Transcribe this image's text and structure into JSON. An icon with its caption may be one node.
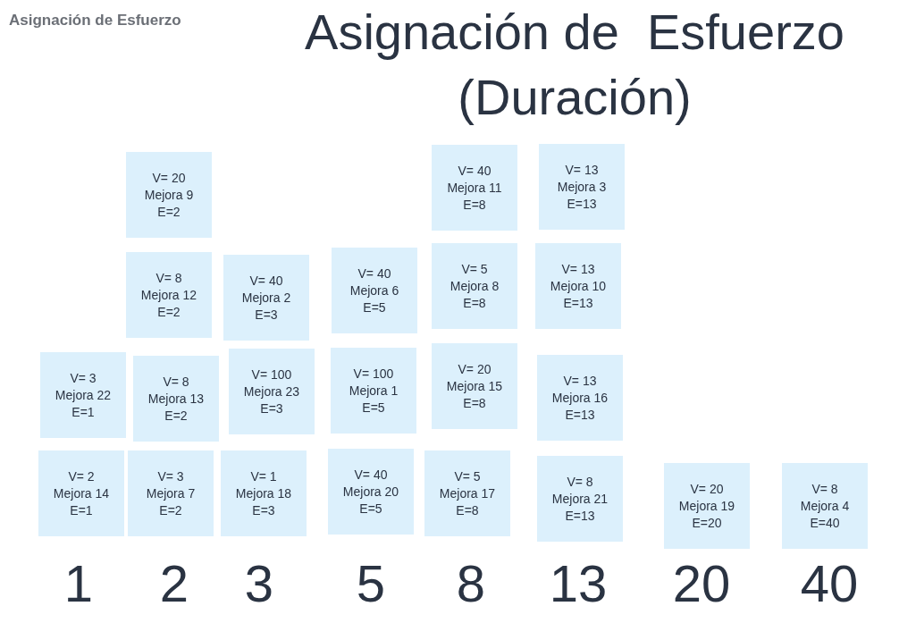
{
  "diagram": {
    "title": "Asignación de  Esfuerzo (Duración)",
    "nodes": [
      {
        "text": [
          "V= 3",
          "Mejora 22",
          "E=1"
        ]
      },
      {
        "text": [
          "V= 2",
          "Mejora 14",
          "E=1"
        ]
      },
      {
        "text": [
          "V= 20",
          "Mejora 9",
          "E=2"
        ]
      },
      {
        "text": [
          "V= 8",
          "Mejora 12",
          "E=2"
        ]
      },
      {
        "text": [
          "V= 8",
          "Mejora 13",
          "E=2"
        ]
      },
      {
        "text": [
          "V= 3",
          "Mejora 7",
          "E=2"
        ]
      },
      {
        "text": [
          "V= 40",
          "Mejora 2",
          "E=3"
        ]
      },
      {
        "text": [
          "V= 100",
          "Mejora 23",
          "E=3"
        ]
      },
      {
        "text": [
          "V= 1",
          "Mejora 18",
          "E=3"
        ]
      },
      {
        "text": [
          "V= 40",
          "Mejora 6",
          "E=5"
        ]
      },
      {
        "text": [
          "V= 100",
          "Mejora 1",
          "E=5"
        ]
      },
      {
        "text": [
          "V= 40",
          "Mejora 20",
          "E=5"
        ]
      },
      {
        "text": [
          "V= 40",
          "Mejora 11",
          "E=8"
        ]
      },
      {
        "text": [
          "V= 5",
          "Mejora 8",
          "E=8"
        ]
      },
      {
        "text": [
          "V= 20",
          "Mejora 15",
          "E=8"
        ]
      },
      {
        "text": [
          "V= 5",
          "Mejora 17",
          "E=8"
        ]
      },
      {
        "text": [
          "V= 13",
          "Mejora 3",
          "E=13"
        ]
      },
      {
        "text": [
          "V= 13",
          "Mejora 10",
          "E=13"
        ]
      },
      {
        "text": [
          "V= 13",
          "Mejora 16",
          "E=13"
        ]
      },
      {
        "text": [
          "V= 8",
          "Mejora 21",
          "E=13"
        ]
      },
      {
        "text": [
          "V= 20",
          "Mejora 19",
          "E=20"
        ]
      },
      {
        "text": [
          "V= 8",
          "Mejora 4",
          "E=40"
        ]
      }
    ],
    "labels": [
      "Asignación de Esfuerzo",
      "1",
      "2",
      "3",
      "5",
      "8",
      "13",
      "20",
      "40"
    ]
  }
}
